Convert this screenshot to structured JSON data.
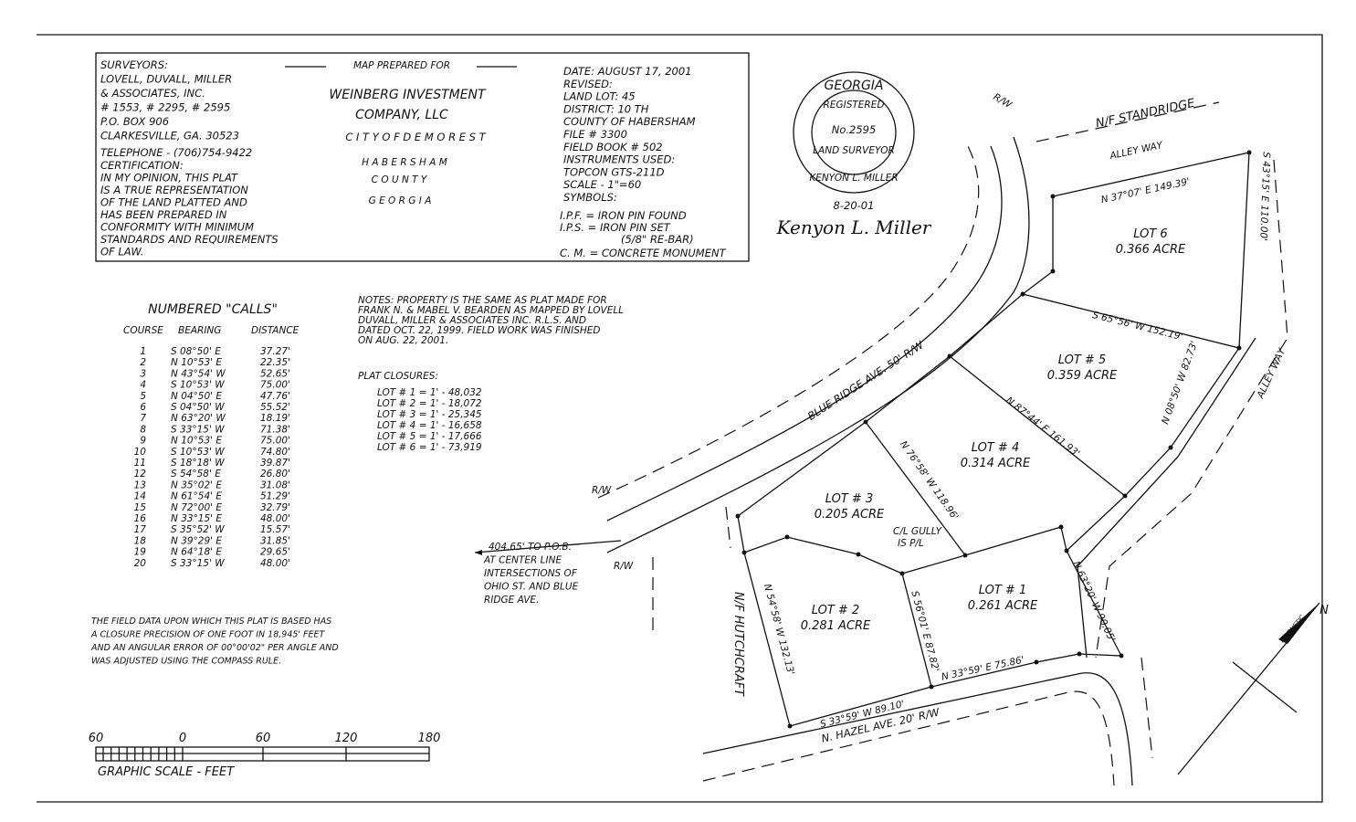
{
  "title_block": {
    "surveyors_lines": [
      "SURVEYORS:",
      "LOVELL, DUVALL, MILLER",
      "& ASSOCIATES, INC.",
      "# 1553, # 2295, # 2595",
      "P.O. BOX 906",
      "CLARKESVILLE, GA. 30523",
      "TELEPHONE - (706)754-9422"
    ],
    "certification_lines": [
      "CERTIFICATION:",
      "IN MY OPINION, THIS PLAT",
      "IS A TRUE REPRESENTATION",
      "OF THE LAND PLATTED AND",
      "HAS BEEN PREPARED IN",
      "CONFORMITY WITH MINIMUM",
      "STANDARDS AND REQUIREMENTS",
      "OF LAW."
    ],
    "prepared_for_label": "MAP PREPARED FOR",
    "client_line1": "WEINBERG INVESTMENT",
    "client_line2": "COMPANY, LLC",
    "city": "C I T Y   O F   D E M O R E S T",
    "county1": "H A B E R S H A M",
    "county2": "C O U N T Y",
    "state": "G E O R G I A",
    "info_lines": [
      "DATE: AUGUST 17, 2001",
      "REVISED:",
      "LAND LOT: 45",
      "DISTRICT: 10 TH",
      "COUNTY OF  HABERSHAM",
      "FILE # 3300",
      "FIELD BOOK # 502",
      "INSTRUMENTS USED:",
      "TOPCON GTS-211D",
      "SCALE - 1\"=60",
      "SYMBOLS:"
    ],
    "symbol_lines": [
      "I.P.F. = IRON PIN FOUND",
      "I.P.S. = IRON PIN SET",
      "(5/8\" RE-BAR)",
      "C. M. = CONCRETE MONUMENT"
    ]
  },
  "seal": {
    "state": "GEORGIA",
    "registered": "REGISTERED",
    "number": "No.2595",
    "surveyor": "LAND SURVEYOR",
    "name": "KENYON L. MILLER",
    "signature": "Kenyon L. Miller",
    "date": "8-20-01"
  },
  "calls": {
    "title": "NUMBERED \"CALLS\"",
    "headers": [
      "COURSE",
      "BEARING",
      "DISTANCE"
    ],
    "rows": [
      [
        "1",
        "S 08°50' E",
        "37.27'"
      ],
      [
        "2",
        "N 10°53' E",
        "22.35'"
      ],
      [
        "3",
        "N 43°54' W",
        "52.65'"
      ],
      [
        "4",
        "S 10°53' W",
        "75.00'"
      ],
      [
        "5",
        "N 04°50' E",
        "47.76'"
      ],
      [
        "6",
        "S 04°50' W",
        "55.52'"
      ],
      [
        "7",
        "N 63°20' W",
        "18.19'"
      ],
      [
        "8",
        "S 33°15' W",
        "71.38'"
      ],
      [
        "9",
        "N 10°53' E",
        "75.00'"
      ],
      [
        "10",
        "S 10°53' W",
        "74.80'"
      ],
      [
        "11",
        "S 18°18' W",
        "39.87'"
      ],
      [
        "12",
        "S 54°58' E",
        "26.80'"
      ],
      [
        "13",
        "N 35°02' E",
        "31.08'"
      ],
      [
        "14",
        "N 61°54' E",
        "51.29'"
      ],
      [
        "15",
        "N 72°00' E",
        "32.79'"
      ],
      [
        "16",
        "N 33°15' E",
        "48.00'"
      ],
      [
        "17",
        "S 35°52' W",
        "15.57'"
      ],
      [
        "18",
        "N 39°29' E",
        "31.85'"
      ],
      [
        "19",
        "N 64°18' E",
        "29.65'"
      ],
      [
        "20",
        "S 33°15' W",
        "48.00'"
      ]
    ]
  },
  "notes_lines": [
    "NOTES: PROPERTY IS THE SAME AS PLAT MADE FOR",
    "FRANK N. & MABEL V. BEARDEN AS MAPPED BY LOVELL",
    "DUVALL, MILLER & ASSOCIATES INC. R.L.S. AND",
    "DATED OCT. 22, 1999. FIELD WORK WAS FINISHED",
    "ON AUG. 22, 2001."
  ],
  "closures": {
    "title": "PLAT CLOSURES:",
    "rows": [
      "LOT # 1 = 1' - 48,032",
      "LOT # 2 = 1' - 18,072",
      "LOT # 3 = 1' - 25,345",
      "LOT # 4 = 1' - 16,658",
      "LOT # 5 = 1' - 17,666",
      "LOT # 6 = 1' - 73,919"
    ]
  },
  "field_data_lines": [
    "THE FIELD DATA UPON WHICH THIS PLAT IS BASED HAS",
    "A CLOSURE PRECISION OF ONE FOOT IN 18,945' FEET",
    "AND AN ANGULAR ERROR OF 00°00'02\" PER ANGLE AND",
    "WAS ADJUSTED USING THE COMPASS RULE."
  ],
  "scale": {
    "ticks": [
      "60",
      "0",
      "60",
      "120",
      "180"
    ],
    "label": "GRAPHIC SCALE - FEET"
  },
  "pob_lines": [
    "404.65' TO P.O.B.",
    "AT CENTER LINE",
    "INTERSECTIONS OF",
    "OHIO ST. AND BLUE",
    "RIDGE AVE."
  ],
  "lots": [
    {
      "name": "LOT 6",
      "area": "0.366 ACRE"
    },
    {
      "name": "LOT # 5",
      "area": "0.359 ACRE"
    },
    {
      "name": "LOT # 4",
      "area": "0.314 ACRE"
    },
    {
      "name": "LOT # 3",
      "area": "0.205 ACRE"
    },
    {
      "name": "LOT # 2",
      "area": "0.281 ACRE"
    },
    {
      "name": "LOT # 1",
      "area": "0.261 ACRE"
    }
  ],
  "streets": {
    "blue_ridge": "BLUE RIDGE AVE.  50' R/W",
    "hazel": "N. HAZEL AVE.  20' R/W",
    "alley_way_top": "ALLEY WAY",
    "alley_way_east": "ALLEY WAY",
    "standridge": "N/F STANDRIDGE",
    "hutchcraft": "N/F HUTCHCRAFT",
    "rw": "R/W",
    "gully": "C/L GULLY",
    "gully2": "IS P/L"
  },
  "boundary_labels": {
    "top": "N 37°07' E  149.39'",
    "east6": "S 43°15' E  110.00'",
    "lot6_5": "S 65°56' W  152.19'",
    "lot5_4": "N 87°44' E  161.93'",
    "east5": "N 08°50' W  82.73'",
    "lot4_3": "N 76°58' W  118.96'",
    "west2": "N 54°58' W  132.13'",
    "lot2_1": "S 56°01' E  87.82'",
    "east1": "N 63°20' W  90.05'",
    "south1": "N 33°59' E  75.86'",
    "south2": "S 33°59' W  89.10'"
  },
  "magnetic": {
    "label": "MAGNETIC",
    "north": "N"
  }
}
